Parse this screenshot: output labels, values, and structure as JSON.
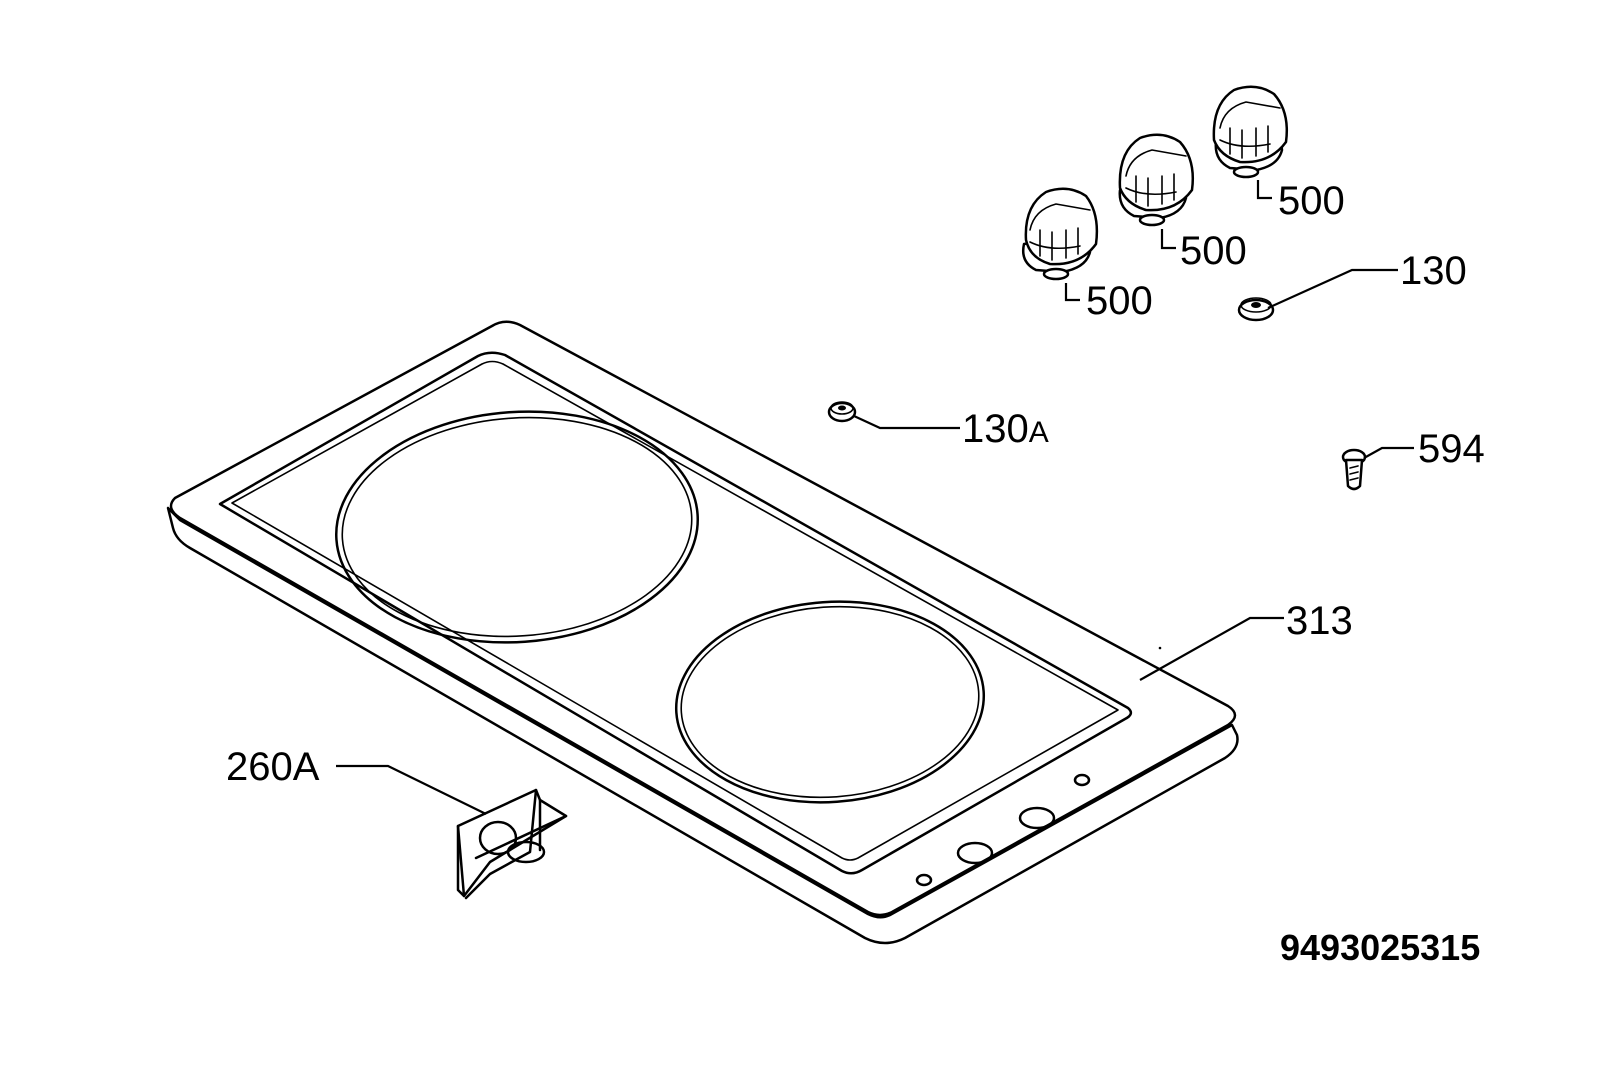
{
  "callouts": {
    "knob_1": "500",
    "knob_2": "500",
    "knob_3": "500",
    "nut_130": "130",
    "nut_130a_num": "130",
    "nut_130a_suffix": "A",
    "screw_594": "594",
    "hob_313": "313",
    "bracket_260a": "260A"
  },
  "drawing_code": "9493025315"
}
